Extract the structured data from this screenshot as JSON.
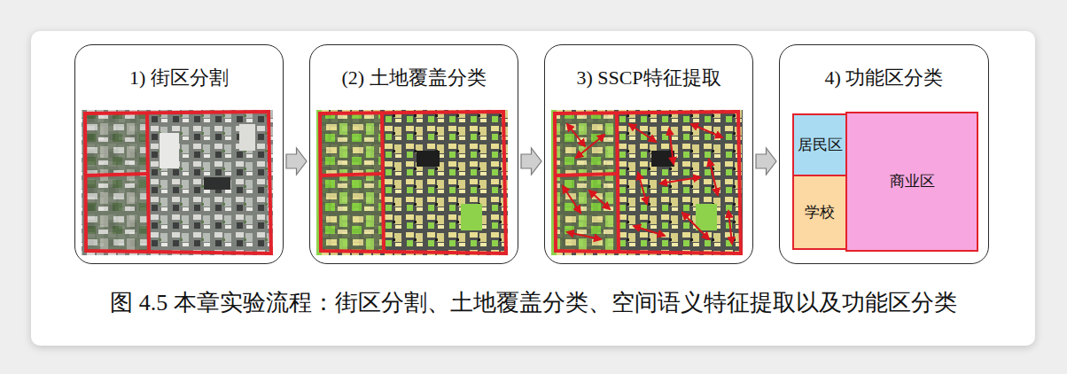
{
  "diagram": {
    "caption": "图 4.5 本章实验流程：街区分割、土地覆盖分类、空间语义特征提取以及功能区分类",
    "nodes": [
      {
        "text": [
          "1) 街区分割"
        ]
      },
      {
        "text": [
          "(2) 土地覆盖分类"
        ]
      },
      {
        "text": [
          "3) SSCP特征提取"
        ]
      },
      {
        "text": [
          "4) 功能区分类"
        ]
      },
      {
        "text": [
          "居民区"
        ],
        "in": 3
      },
      {
        "text": [
          "学校"
        ],
        "in": 3
      },
      {
        "text": [
          "商业区"
        ],
        "in": 3
      }
    ],
    "edges": [
      {
        "from": 0,
        "to": 1,
        "arrow": "to"
      },
      {
        "from": 1,
        "to": 2,
        "arrow": "to"
      },
      {
        "from": 2,
        "to": 3,
        "arrow": "to"
      }
    ]
  }
}
